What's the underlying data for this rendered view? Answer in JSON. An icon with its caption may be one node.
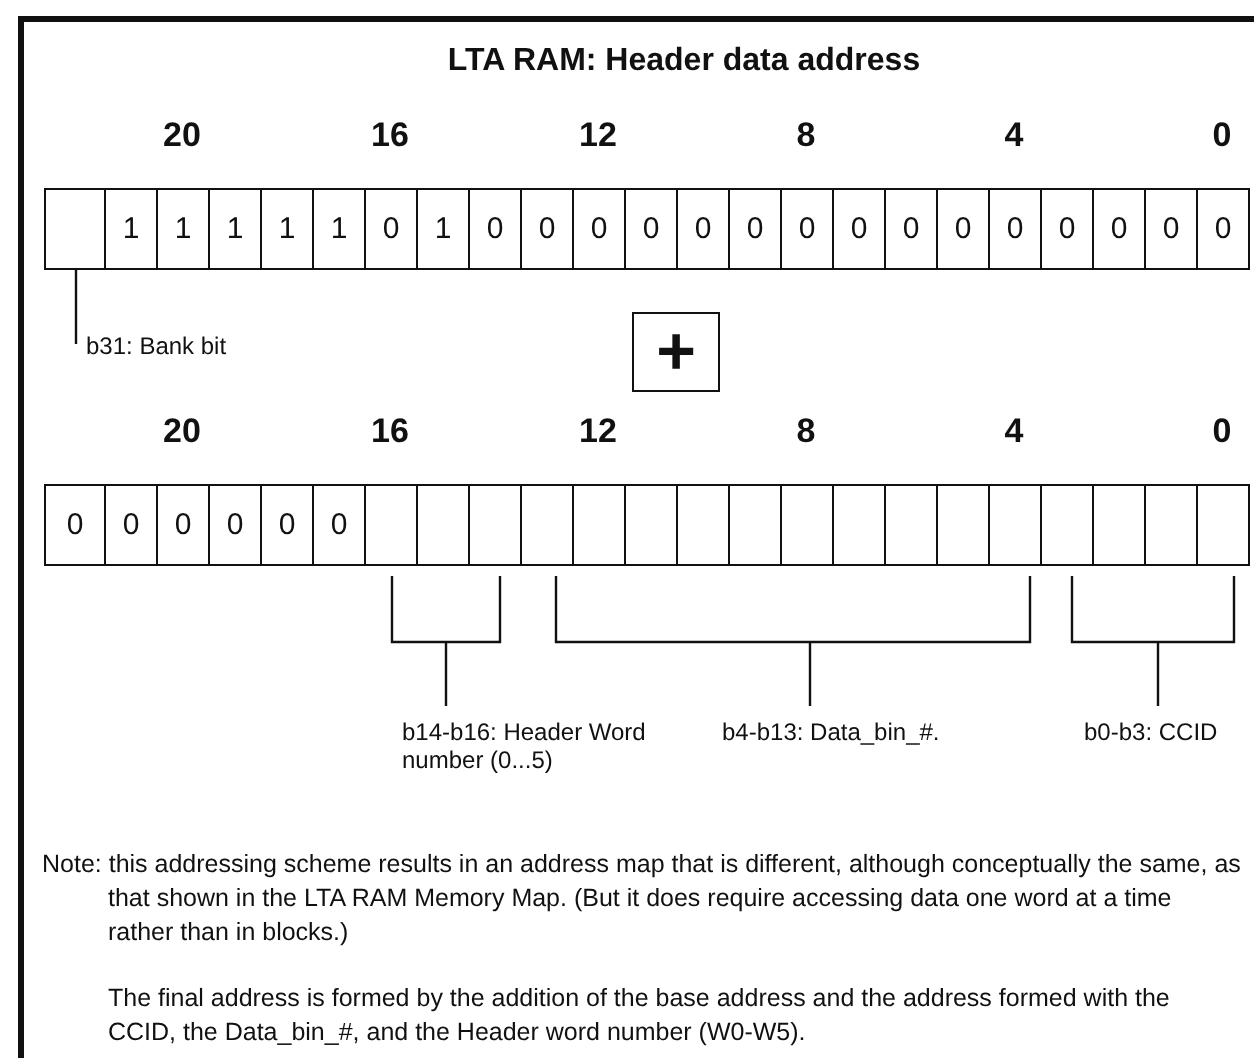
{
  "diagram": {
    "title": "LTA RAM:  Header data address",
    "nodes": [
      {
        "text": [],
        "shape": "box"
      },
      {
        "text": [
          "b31: Bank bit"
        ]
      },
      {
        "text": [
          "+"
        ]
      }
    ],
    "edges": [
      {
        "from": 1,
        "to": 0,
        "arrow": "none"
      }
    ],
    "labels": [
      "20",
      "16",
      "12",
      "8",
      "4",
      "0",
      "1",
      "1",
      "1",
      "1",
      "1",
      "0",
      "1",
      "0",
      "0",
      "0",
      "0",
      "0",
      "0",
      "0",
      "0",
      "0",
      "0",
      "0",
      "0",
      "0",
      "0",
      "0",
      "20",
      "16",
      "12",
      "8",
      "4",
      "0",
      "0",
      "0",
      "0",
      "0",
      "0",
      "0",
      "b14-b16: Header Word number (0...5)",
      "b4-b13: Data_bin_#.",
      "b0-b3: CCID",
      "Note: this addressing scheme results in an address map that is different, although conceptually the same, as that shown in the LTA RAM Memory Map.  (But it does require accessing data one word at a time rather than in blocks.)",
      "The final address is formed by the addition of the base address and the address formed with the CCID, the Data_bin_#, and the Header word number (W0-W5)."
    ]
  }
}
